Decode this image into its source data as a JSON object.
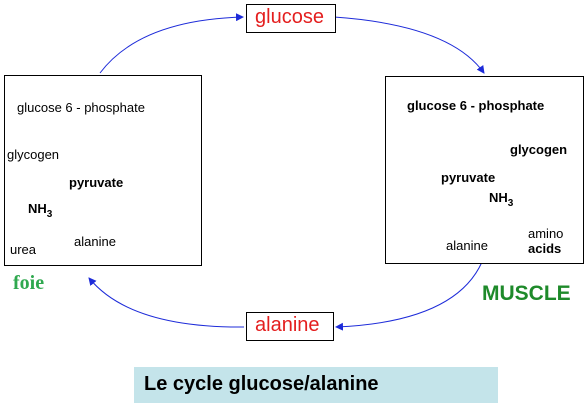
{
  "nodes": {
    "glucose_top": "glucose",
    "alanine_bottom": "alanine"
  },
  "liver": {
    "label": "foie",
    "label_color": "#2fa84f",
    "glucose6p": "glucose 6 - phosphate",
    "glycogen": "glycogen",
    "pyruvate": "pyruvate",
    "nh": "NH",
    "nh_sub": "3",
    "urea": "urea",
    "alanine": "alanine"
  },
  "muscle": {
    "label": "MUSCLE",
    "label_color": "#1e8a2a",
    "glucose6p": "glucose 6 - phosphate",
    "glycogen": "glycogen",
    "pyruvate": "pyruvate",
    "nh": "NH",
    "nh_sub": "3",
    "alanine": "alanine",
    "amino1": "amino",
    "amino2": "acids"
  },
  "caption": {
    "text": "Le cycle glucose/alanine",
    "bg": "#c4e4ea"
  },
  "colors": {
    "cycle_arrow": "#1d2bd9",
    "node_text": "#e41e1e"
  }
}
